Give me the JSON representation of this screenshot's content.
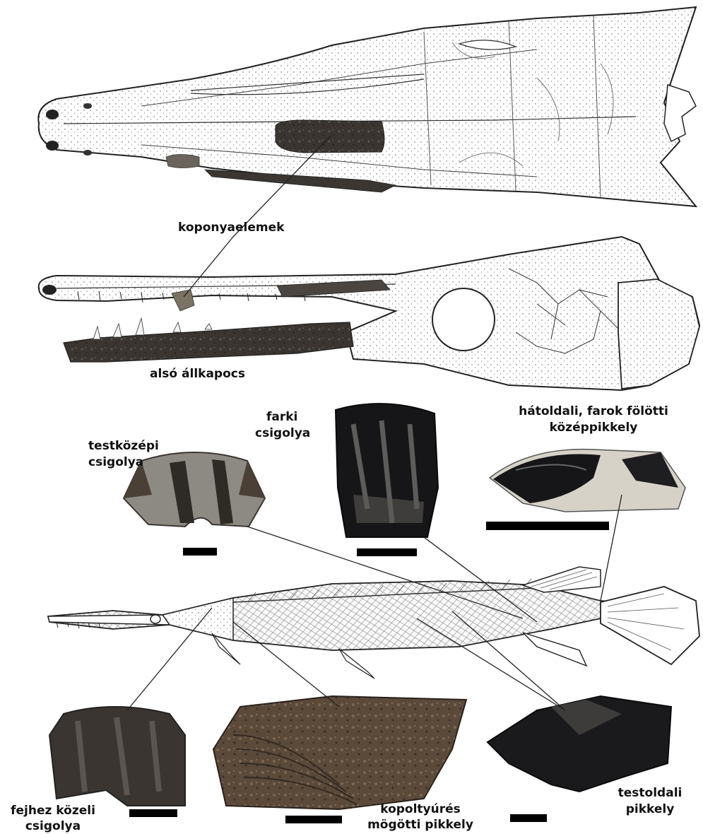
{
  "labels": {
    "koponyaelemek": "koponyaelemek",
    "also_allkapocs": "alsó állkapocs",
    "farki_1": "farki",
    "farki_2": "csigolya",
    "hatoldali_1": "hátoldali, farok fölötti",
    "hatoldali_2": "középpikkely",
    "testkozepi_1": "testközépi",
    "testkozepi_2": "csigolya",
    "fejhez_1": "fejhez közeli",
    "fejhez_2": "csigolya",
    "kopoltyu_1": "kopoltyúrés",
    "kopoltyu_2": "mögötti pikkely",
    "testoldali_1": "testoldali",
    "testoldali_2": "pikkely"
  },
  "colors": {
    "line": "#222222",
    "bone_fill": "#ffffff",
    "fossil_dark": "#3a3530",
    "fossil_black": "#161618",
    "fossil_grey": "#8d8a84",
    "fossil_brown": "#5b4a3a",
    "scale_bar": "#000000"
  }
}
